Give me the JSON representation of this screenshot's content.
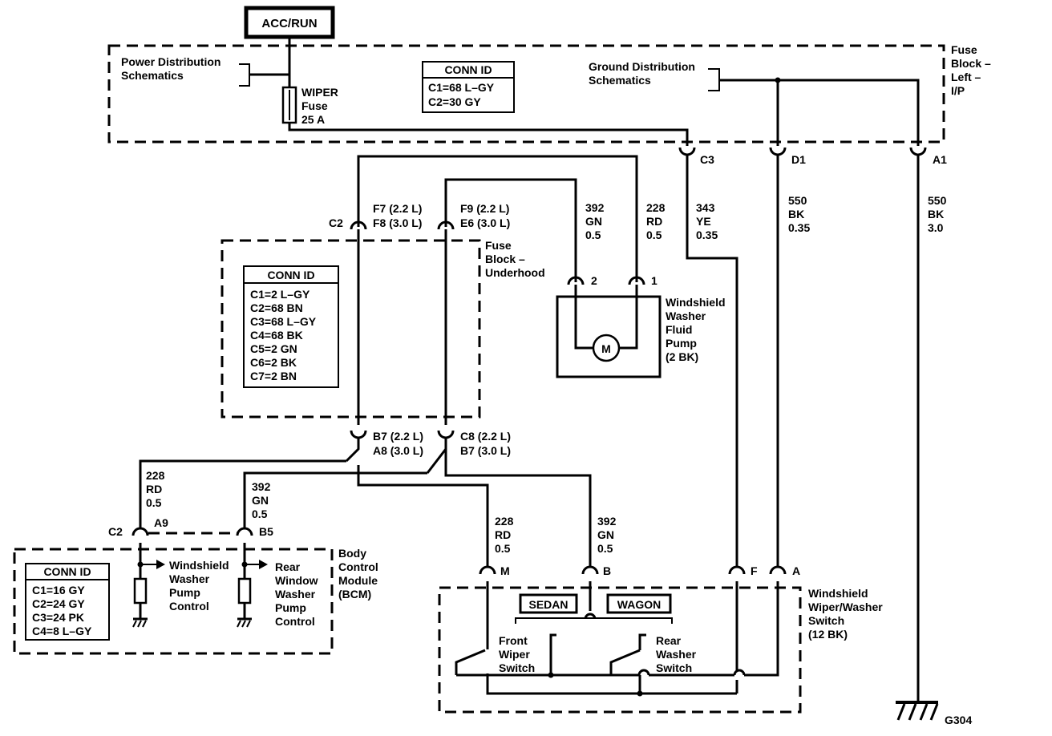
{
  "power_source": "ACC/RUN",
  "fuse_block_ip": {
    "title": [
      "Fuse",
      "Block –",
      "Left –",
      "I/P"
    ],
    "power_ref": [
      "Power Distribution",
      "Schematics"
    ],
    "ground_ref": [
      "Ground Distribution",
      "Schematics"
    ],
    "fuse": [
      "WIPER",
      "Fuse",
      "25 A"
    ],
    "conn_id": {
      "title": "CONN ID",
      "rows": [
        "C1=68 L–GY",
        "C2=30 GY"
      ]
    },
    "pins": [
      "C3",
      "D1",
      "A1"
    ]
  },
  "fuse_block_underhood": {
    "title": [
      "Fuse",
      "Block –",
      "Underhood"
    ],
    "conn_id": {
      "title": "CONN ID",
      "rows": [
        "C1=2 L–GY",
        "C2=68 BN",
        "C3=68 L–GY",
        "C4=68 BK",
        "C5=2 GN",
        "C6=2 BK",
        "C7=2 BN"
      ]
    },
    "top_connector": "C2",
    "top_pin_a": [
      "F7 (2.2 L)",
      "F8 (3.0 L)"
    ],
    "top_pin_b": [
      "F9 (2.2 L)",
      "E6 (3.0 L)"
    ],
    "bot_pin_a": [
      "B7 (2.2 L)",
      "A8 (3.0 L)"
    ],
    "bot_pin_b": [
      "C8 (2.2 L)",
      "B7 (3.0 L)"
    ]
  },
  "wires": {
    "c3": [
      "343",
      "YE",
      "0.35"
    ],
    "d1": [
      "550",
      "BK",
      "0.35"
    ],
    "a1": [
      "550",
      "BK",
      "3.0"
    ],
    "pump_2": [
      "392",
      "GN",
      "0.5"
    ],
    "pump_1": [
      "228",
      "RD",
      "0.5"
    ],
    "bcm_a9": [
      "228",
      "RD",
      "0.5"
    ],
    "bcm_b5": [
      "392",
      "GN",
      "0.5"
    ],
    "sw_m": [
      "228",
      "RD",
      "0.5"
    ],
    "sw_b": [
      "392",
      "GN",
      "0.5"
    ]
  },
  "washer_pump": {
    "label": [
      "Windshield",
      "Washer",
      "Fluid",
      "Pump",
      "(2 BK)"
    ],
    "pins": [
      "2",
      "1"
    ],
    "motor": "M"
  },
  "bcm": {
    "label": [
      "Body",
      "Control",
      "Module",
      "(BCM)"
    ],
    "connector": "C2",
    "pins": [
      "A9",
      "B5"
    ],
    "conn_id": {
      "title": "CONN ID",
      "rows": [
        "C1=16 GY",
        "C2=24 GY",
        "C3=24 PK",
        "C4=8 L–GY"
      ]
    },
    "ws_control": [
      "Windshield",
      "Washer",
      "Pump",
      "Control"
    ],
    "rear_control": [
      "Rear",
      "Window",
      "Washer",
      "Pump",
      "Control"
    ]
  },
  "wiper_switch": {
    "label": [
      "Windshield",
      "Wiper/Washer",
      "Switch",
      "(12 BK)"
    ],
    "pins": [
      "M",
      "B",
      "F",
      "A"
    ],
    "sedan": "SEDAN",
    "wagon": "WAGON",
    "front": [
      "Front",
      "Wiper",
      "Switch"
    ],
    "rear": [
      "Rear",
      "Washer",
      "Switch"
    ]
  },
  "ground": "G304"
}
